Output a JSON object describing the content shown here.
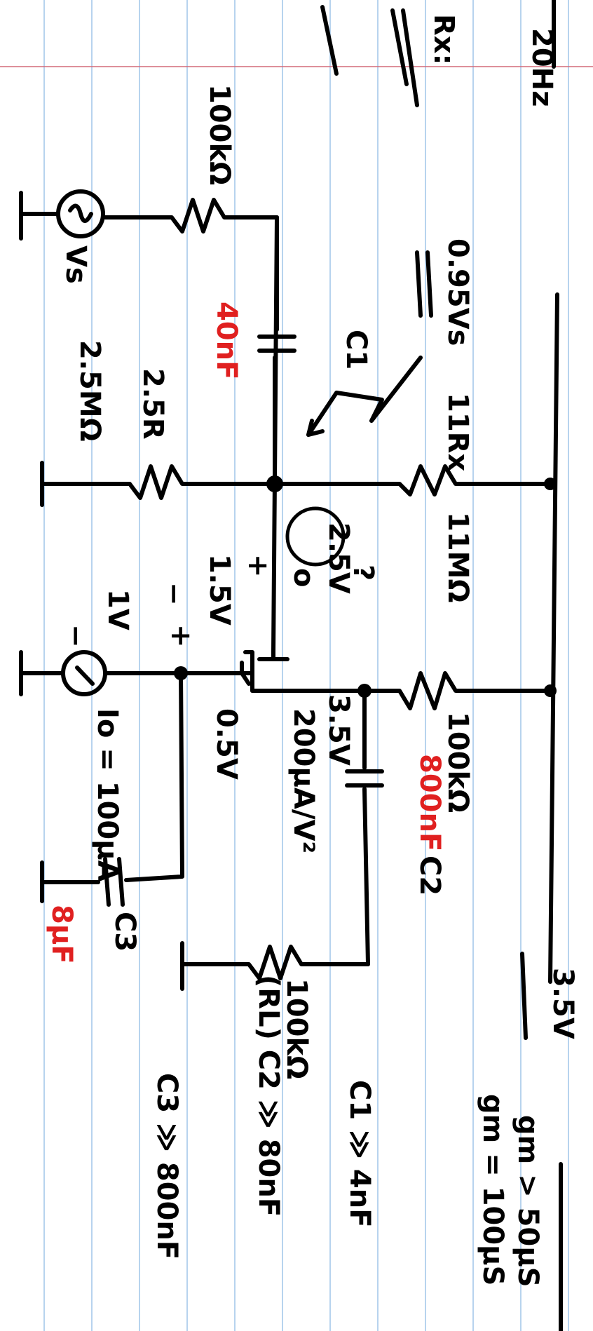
{
  "header": {
    "freq": "20Hz",
    "rx": "Rx:"
  },
  "supply": {
    "vdd": "3.5V"
  },
  "resistors": {
    "r_source": "100kΩ",
    "r_bias_top": "11MΩ",
    "r_bias_top_par": "11Rx",
    "r_bias_bot": "2.5MΩ",
    "r_bias_bot_par": "2.5R",
    "r_drain": "100kΩ",
    "r_load": "100kΩ"
  },
  "sources": {
    "vs": "Vs",
    "io": "Io = 100μA",
    "vout_fraction": "0.95Vs"
  },
  "node_voltages": {
    "gate": "2.5V",
    "gate_q": "?",
    "gate_suffix": "o",
    "vgs": "1.5V",
    "drain": "3.5V",
    "source": "0.5V",
    "vgs_plus": "+",
    "vgs_minus": "−",
    "io_plus": "+",
    "io_minus": "−",
    "io_v": "1V"
  },
  "transistor": {
    "k": "200μA/V²"
  },
  "capacitors": {
    "c1": "C1",
    "c1_val": "40nF",
    "c2": "C2",
    "c2_val": "800nF",
    "c3": "C3",
    "c3_val": "8μF"
  },
  "conditions": {
    "gm1": "gm > 50μS",
    "gm2": "gm = 100μS",
    "c1": "C1 ≫ 4nF",
    "c2": "(RL) C2 ≫ 80nF",
    "c3": "C3 ≫ 800nF"
  },
  "colors": {
    "ink": "#000000",
    "annotation": "#e02020",
    "ruled_lines": "#b7d3ee",
    "margin": "#d46a78"
  }
}
